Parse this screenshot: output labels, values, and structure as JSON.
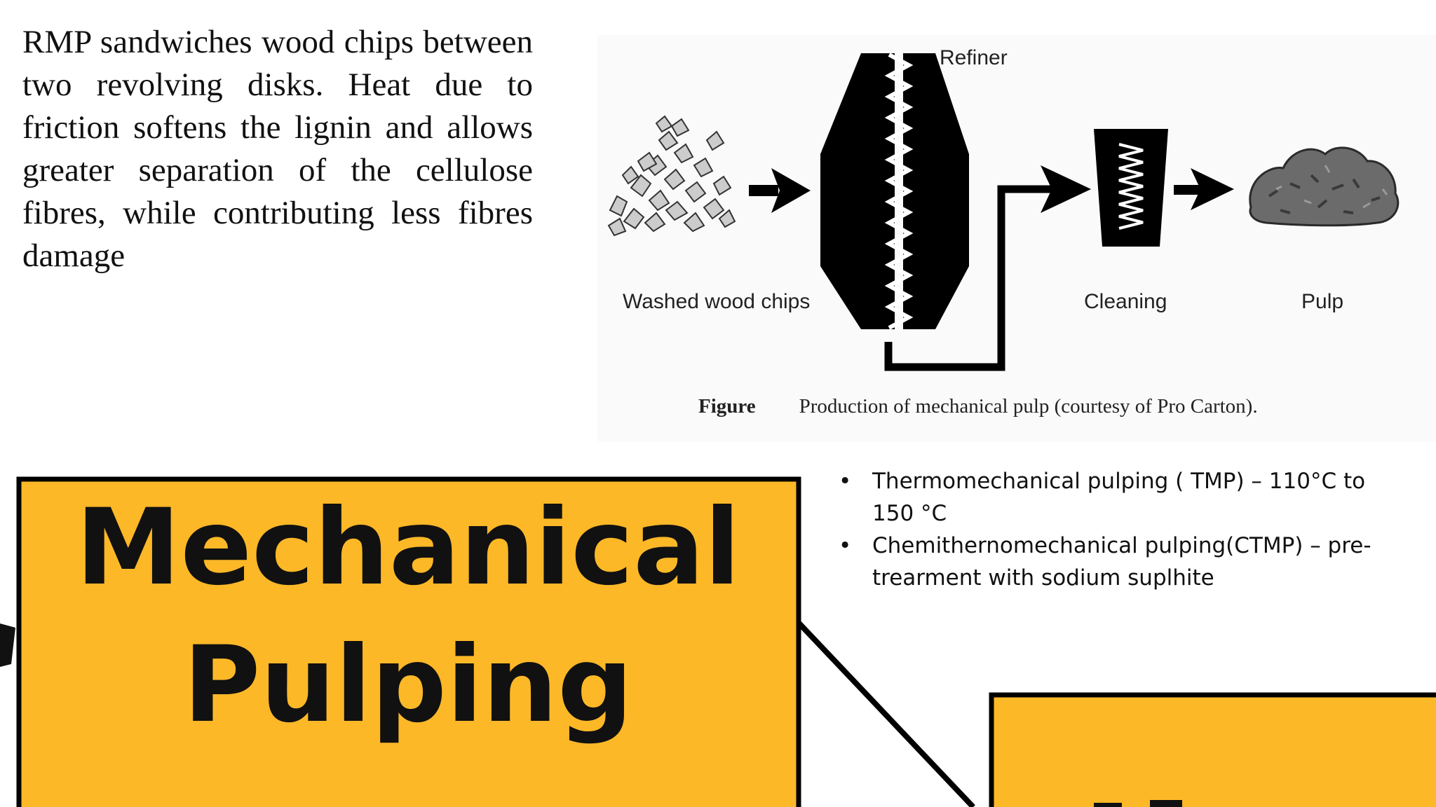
{
  "intro_text": "RMP sandwiches wood chips between two revolving disks. Heat due to friction softens the lignin and allows greater separation of the cellulose fibres, while contributing less fibres damage",
  "figure": {
    "labels": {
      "refiner": "Refiner",
      "washed_wood_chips": "Washed wood chips",
      "cleaning": "Cleaning",
      "pulp": "Pulp"
    },
    "caption_label": "Figure",
    "caption_text": "Production of mechanical pulp (courtesy of Pro Carton)."
  },
  "bullets": [
    "Thermomechanical pulping ( TMP) – 110°C to 150 °C",
    "Chemithernomechanical pulping(CTMP) – pre-trearment with sodium suplhite"
  ],
  "bullet_glyph": "•",
  "boxes": {
    "main_title_line1": "Mechanical",
    "main_title_line2": "Pulping"
  },
  "colors": {
    "box_fill": "#FDB827",
    "ink": "#000000",
    "chip_fill": "#cccccc",
    "pulp_fill": "#6b6b6b"
  },
  "icons": [
    "wood-chips-icon",
    "refiner-icon",
    "cleaning-icon",
    "pulp-icon"
  ]
}
